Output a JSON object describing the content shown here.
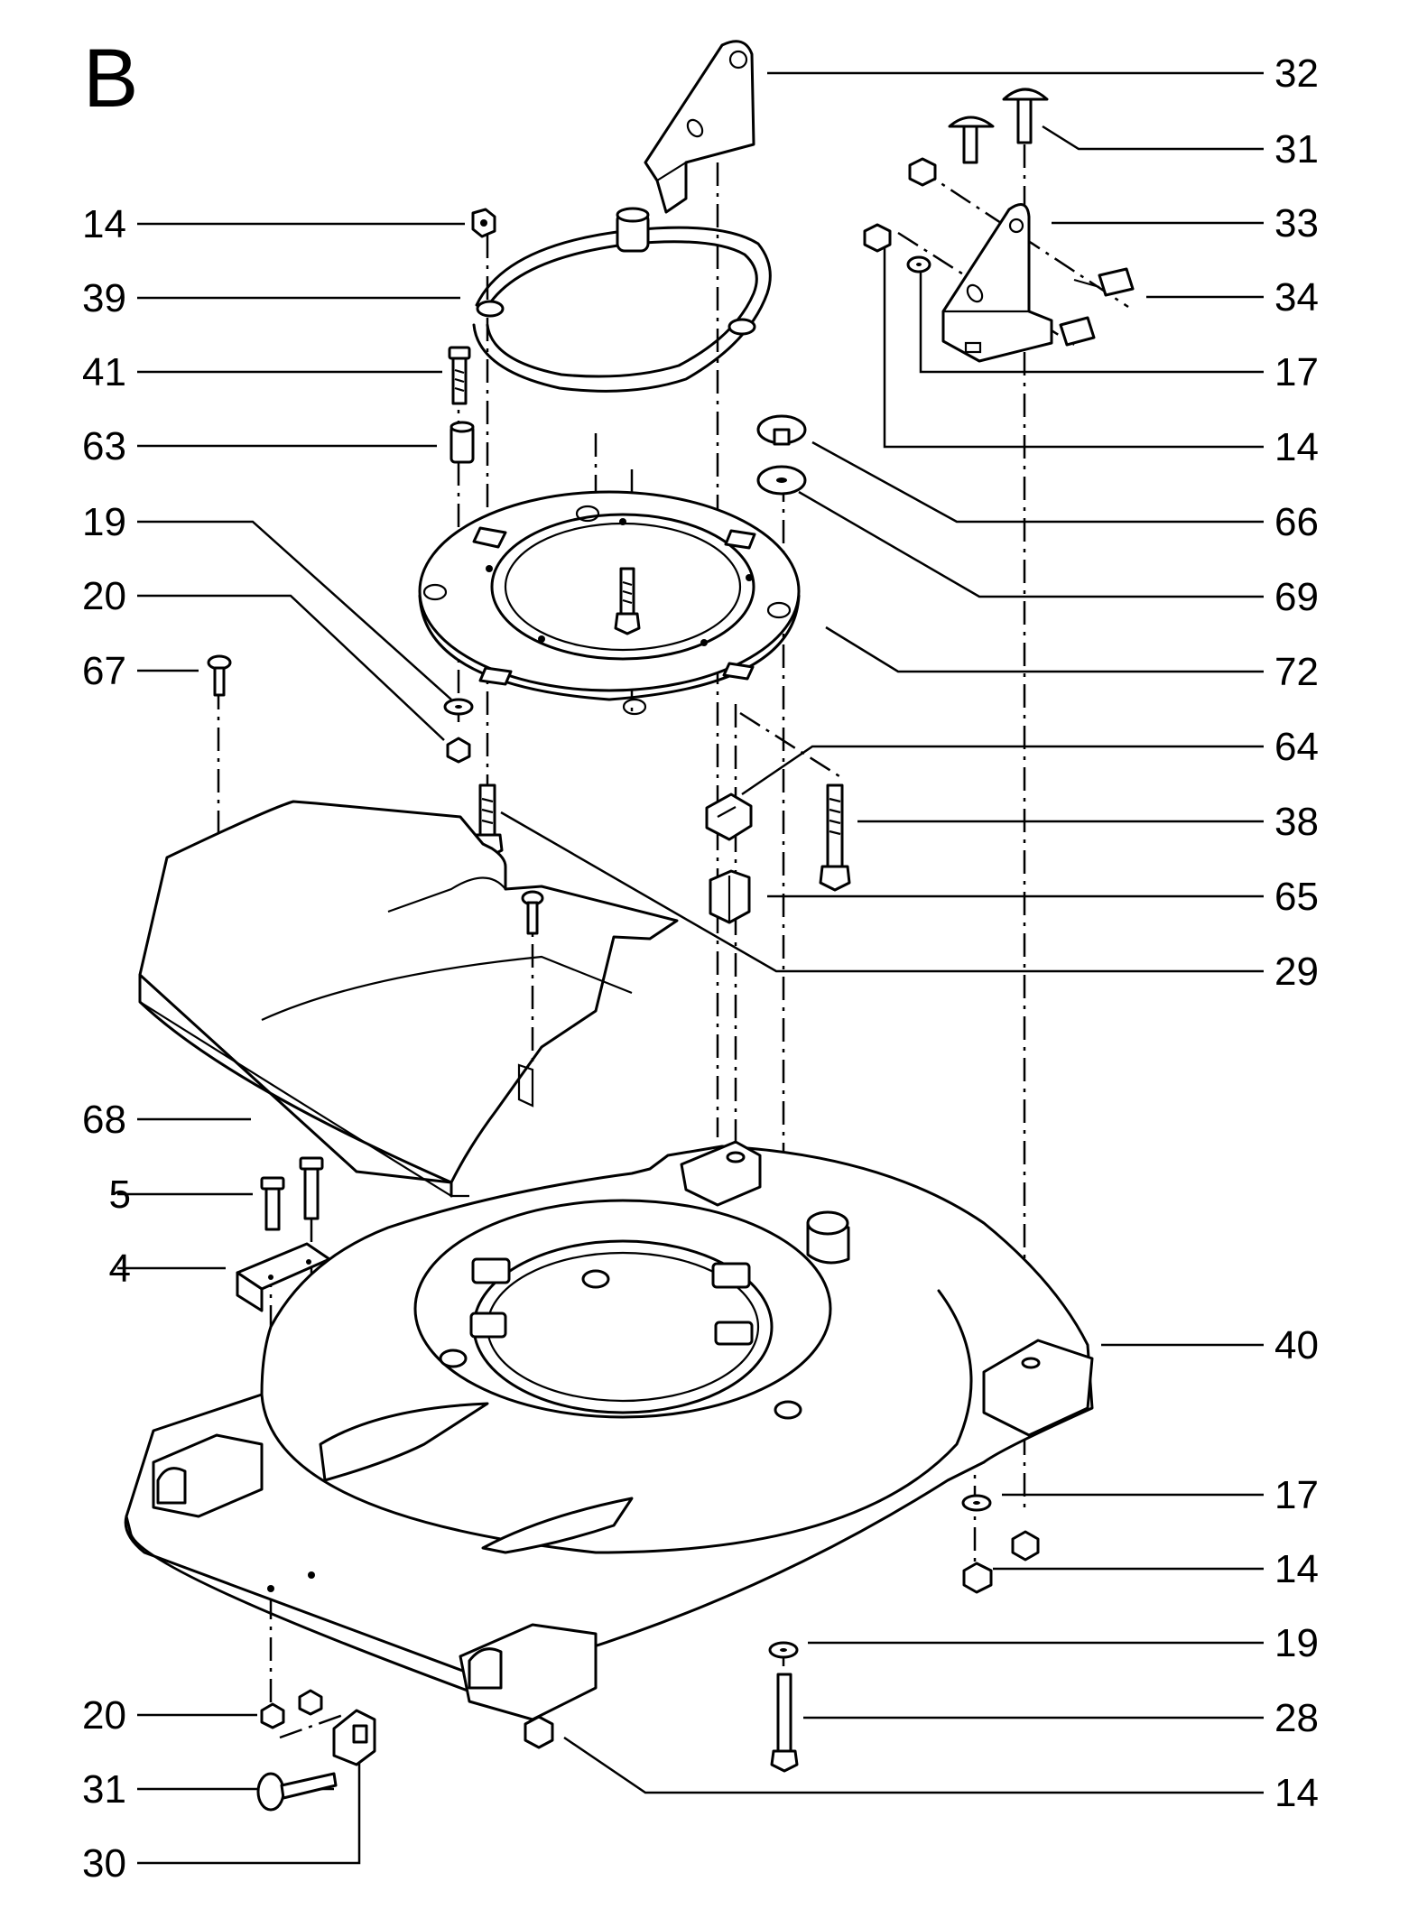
{
  "section_letter": "B",
  "callouts": {
    "l01": "14",
    "l02": "39",
    "l03": "41",
    "l04": "63",
    "l05": "19",
    "l06": "20",
    "l07": "67",
    "l08": "68",
    "l09": "5",
    "l10": "4",
    "l11": "20",
    "l12": "31",
    "l13": "30",
    "r01": "32",
    "r02": "31",
    "r03": "33",
    "r04": "34",
    "r05": "17",
    "r06": "14",
    "r07": "66",
    "r08": "69",
    "r09": "72",
    "r10": "64",
    "r11": "38",
    "r12": "65",
    "r13": "29",
    "r14": "40",
    "r15": "17",
    "r16": "14",
    "r17": "19",
    "r18": "28",
    "r19": "14"
  }
}
